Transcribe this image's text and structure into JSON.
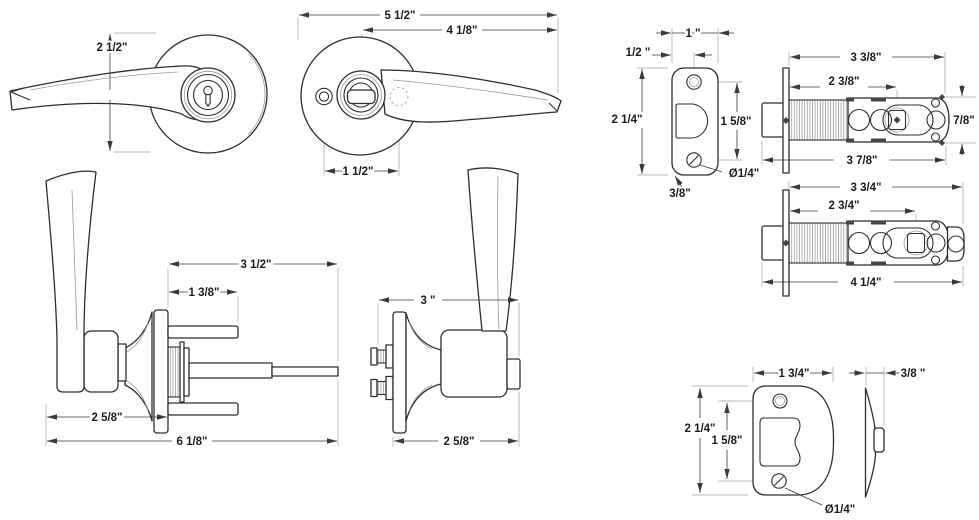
{
  "drawing": {
    "background": "#ffffff",
    "line_color": "#2e2e2e",
    "dim_text_color": "#1c1c1c",
    "description": "Lever lockset dimensional drawing"
  },
  "views": {
    "lever_front_exterior": {
      "dims": {
        "height": "2 1/2\""
      }
    },
    "lever_front_interior": {
      "dims": {
        "overall_width": "5 1/2\"",
        "lever_length": "4 1/8\"",
        "hole_spacing": "1 1/2\""
      }
    },
    "latch_faceplate": {
      "dims": {
        "width": "1 \"",
        "edge_to_screw": "1/2 \"",
        "height": "2 1/4\"",
        "screw_spacing": "1 5/8\"",
        "corner_radius": "3/8\"",
        "screw_diameter": "Ø1/4\""
      }
    },
    "latch_standard": {
      "dims": {
        "plate_to_end": "3 3/8\"",
        "backset": "2 3/8\"",
        "case_height": "7/8\"",
        "overall_length": "3 7/8\""
      }
    },
    "latch_extended": {
      "dims": {
        "plate_to_end": "3 3/4\"",
        "backset": "2 3/4\"",
        "overall_length": "4 1/4\""
      }
    },
    "lever_side_exterior": {
      "dims": {
        "spindle_length": "3 1/2\"",
        "post_length": "1 3/8\"",
        "lever_projection": "2 5/8\"",
        "overall_length": "6 1/8\""
      }
    },
    "lever_side_interior": {
      "dims": {
        "overall_depth": "3 \"",
        "projection": "2 5/8\""
      }
    },
    "strike_plate": {
      "dims": {
        "width": "1 3/4\"",
        "lip_depth": "3/8 \"",
        "height": "2 1/4\"",
        "screw_spacing": "1 5/8\"",
        "screw_diameter": "Ø1/4\""
      }
    }
  }
}
